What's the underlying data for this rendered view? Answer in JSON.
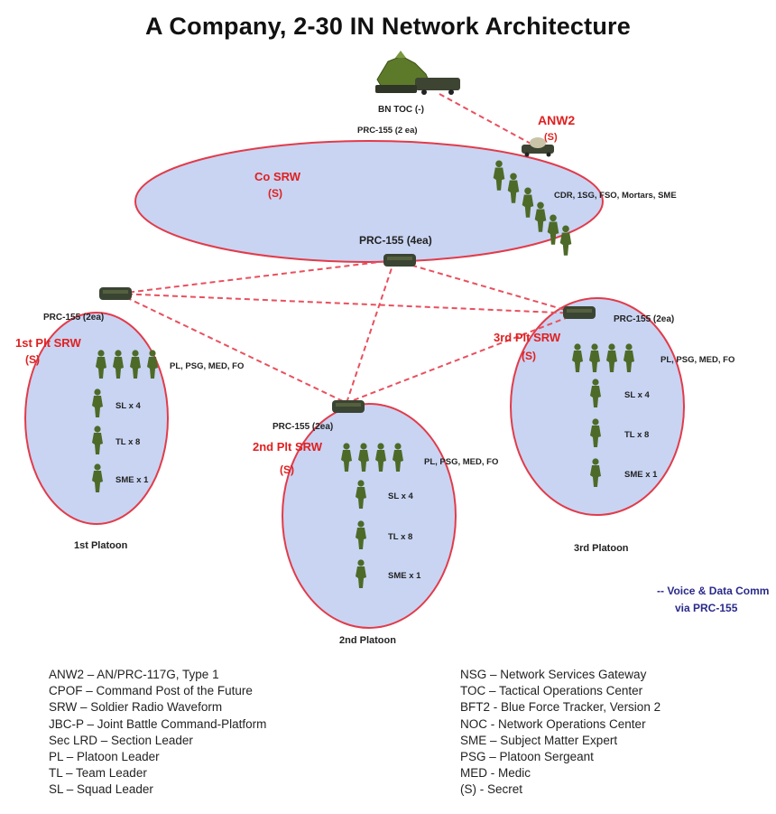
{
  "title": "A Company, 2-30 IN Network Architecture",
  "bn_toc": {
    "label": "BN TOC (-)",
    "radio": "PRC-155 (2 ea)"
  },
  "anw2": {
    "label": "ANW2",
    "class": "(S)"
  },
  "company": {
    "net_name": "Co SRW",
    "net_class": "(S)",
    "elements": "CDR, 1SG, FSO, Mortars, SME",
    "radio": "PRC-155 (4ea)",
    "soldier_count": 6
  },
  "platoons": [
    {
      "id": "1",
      "net_name": "1st Plt SRW",
      "net_class": "(S)",
      "radio": "PRC-155 (2ea)",
      "hq": "PL, PSG, MED, FO",
      "sl": "SL x 4",
      "tl": "TL x 8",
      "sme": "SME x 1",
      "name": "1st Platoon"
    },
    {
      "id": "2",
      "net_name": "2nd Plt SRW",
      "net_class": "(S)",
      "radio": "PRC-155 (2ea)",
      "hq": "PL, PSG, MED, FO",
      "sl": "SL x 4",
      "tl": "TL x 8",
      "sme": "SME x 1",
      "name": "2nd Platoon"
    },
    {
      "id": "3",
      "net_name": "3rd Plt SRW",
      "net_class": "(S)",
      "radio": "PRC-155 (2ea)",
      "hq": "PL, PSG, MED, FO",
      "sl": "SL x 4",
      "tl": "TL x 8",
      "sme": "SME x 1",
      "name": "3rd Platoon"
    }
  ],
  "link_key": {
    "line1": "-- Voice & Data Comm",
    "line2": "via PRC-155"
  },
  "legend_left": [
    "ANW2 – AN/PRC-117G, Type 1",
    "CPOF – Command Post of the Future",
    "SRW – Soldier Radio Waveform",
    "JBC-P – Joint Battle Command-Platform",
    "Sec LRD – Section Leader",
    "PL – Platoon Leader",
    "TL – Team Leader",
    "SL – Squad Leader"
  ],
  "legend_right": [
    "NSG – Network Services Gateway",
    "TOC – Tactical Operations Center",
    "BFT2 - Blue Force Tracker, Version 2",
    "NOC - Network Operations Center",
    "SME – Subject Matter Expert",
    "PSG – Platoon Sergeant",
    "MED - Medic",
    "(S) - Secret"
  ],
  "colors": {
    "net_fill": "#c8d4f2",
    "net_border": "#e23b4a",
    "link": "#e8505e",
    "soldier": "#4e6a28",
    "radio": "#3a4432",
    "text_red": "#e02020",
    "text_navy": "#2a2a8a"
  }
}
